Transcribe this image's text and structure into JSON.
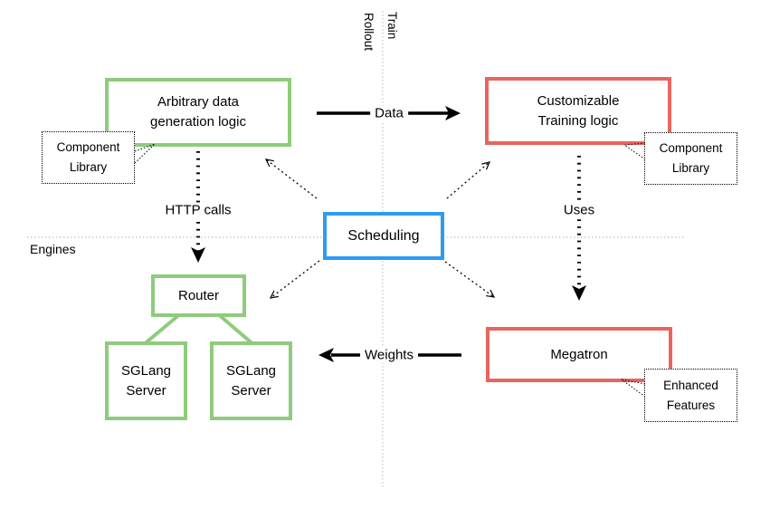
{
  "quadrant_labels": {
    "rollout": "Rollout",
    "train": "Train",
    "engines": "Engines"
  },
  "nodes": {
    "arbitrary": {
      "line1": "Arbitrary data",
      "line2": "generation logic"
    },
    "customizable": {
      "line1": "Customizable",
      "line2": "Training logic"
    },
    "component_library_left": {
      "line1": "Component",
      "line2": "Library"
    },
    "component_library_right": {
      "line1": "Component",
      "line2": "Library"
    },
    "scheduling": {
      "label": "Scheduling"
    },
    "router": {
      "label": "Router"
    },
    "sglang_server_1": {
      "line1": "SGLang",
      "line2": "Server"
    },
    "sglang_server_2": {
      "line1": "SGLang",
      "line2": "Server"
    },
    "megatron": {
      "label": "Megatron"
    },
    "enhanced_features": {
      "line1": "Enhanced",
      "line2": "Features"
    }
  },
  "edge_labels": {
    "data": "Data",
    "http_calls": "HTTP calls",
    "uses": "Uses",
    "weights": "Weights"
  },
  "colors": {
    "green": "#8FCB7D",
    "red": "#E8655F",
    "blue": "#2E9BF0",
    "grid": "#CCCCCC",
    "text": "#000000"
  }
}
